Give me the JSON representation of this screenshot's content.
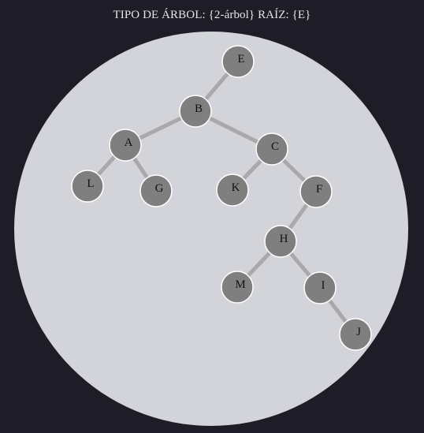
{
  "header": {
    "type_label": "TIPO DE ÁRBOL:",
    "type_value": "{2-árbol}",
    "root_label": "RAÍZ:",
    "root_value": "{E}"
  },
  "colors": {
    "background": "#1d1c27",
    "canvas": "#d3d4d9",
    "node_fill": "#7f7f7f",
    "node_stroke": "#ffffff",
    "edge": "#a9a9ab",
    "title_text": "#e6e6ea",
    "node_text": "#111111"
  },
  "tree": {
    "nodes": [
      {
        "id": "E",
        "label": "E"
      },
      {
        "id": "B",
        "label": "B"
      },
      {
        "id": "A",
        "label": "A"
      },
      {
        "id": "C",
        "label": "C"
      },
      {
        "id": "L",
        "label": "L"
      },
      {
        "id": "G",
        "label": "G"
      },
      {
        "id": "K",
        "label": "K"
      },
      {
        "id": "F",
        "label": "F"
      },
      {
        "id": "H",
        "label": "H"
      },
      {
        "id": "M",
        "label": "M"
      },
      {
        "id": "I",
        "label": "I"
      },
      {
        "id": "J",
        "label": "J"
      }
    ],
    "edges": [
      {
        "from": "E",
        "to": "B"
      },
      {
        "from": "B",
        "to": "A"
      },
      {
        "from": "B",
        "to": "C"
      },
      {
        "from": "A",
        "to": "L"
      },
      {
        "from": "A",
        "to": "G"
      },
      {
        "from": "C",
        "to": "K"
      },
      {
        "from": "C",
        "to": "F"
      },
      {
        "from": "F",
        "to": "H"
      },
      {
        "from": "H",
        "to": "M"
      },
      {
        "from": "H",
        "to": "I"
      },
      {
        "from": "I",
        "to": "J"
      }
    ]
  }
}
